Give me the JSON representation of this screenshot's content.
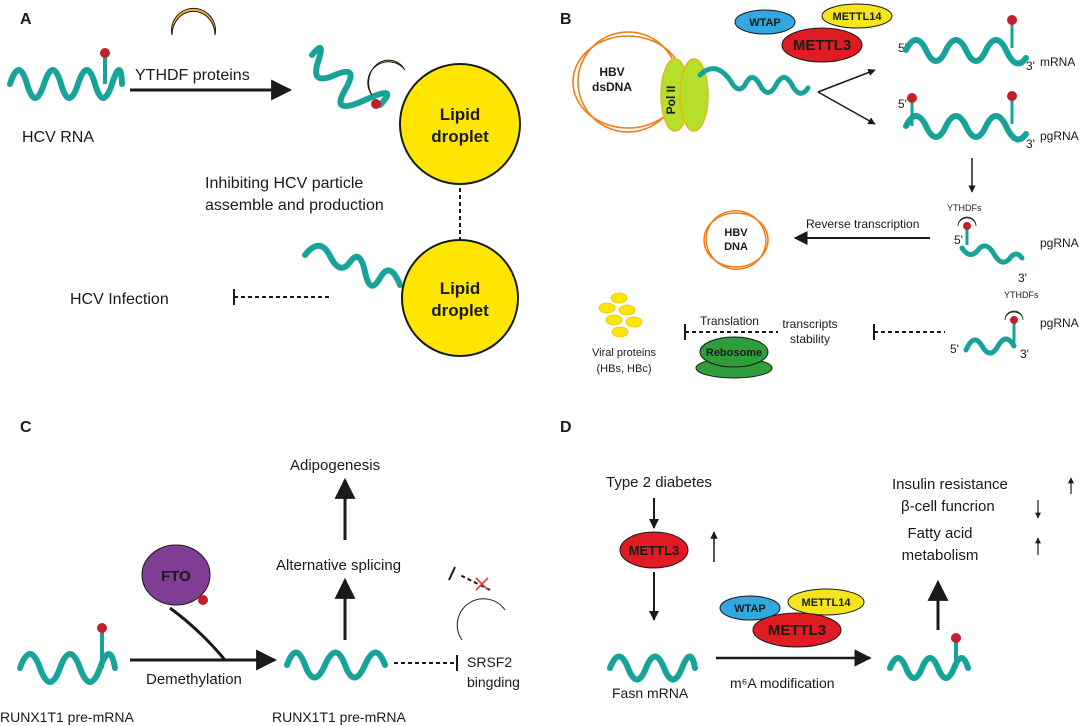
{
  "colors": {
    "rna": "#17a39a",
    "cap": "#c0202a",
    "ythdf": "#f0b030",
    "droplet": "#ffe600",
    "wtap": "#33a8e0",
    "mettl14": "#f5e51c",
    "mettl3": "#e01b22",
    "dna": "#f07d1a",
    "pol2": "#b6df2a",
    "ribosome": "#2e9d3a",
    "fto": "#7f3d93",
    "srsf2": "#e0157a",
    "x_mark": "#e53b3b"
  },
  "panel_a": {
    "label": "A",
    "ythdf_label": "YTHDF proteins",
    "rna_label": "HCV RNA",
    "droplet_top": [
      "Lipid",
      "droplet"
    ],
    "droplet_bottom": [
      "Lipid",
      "droplet"
    ],
    "inhibit_text": [
      "Inhibiting HCV particle",
      "assemble and production"
    ],
    "infection_label": "HCV Infection"
  },
  "panel_b": {
    "label": "B",
    "hbv_dsdna": [
      "HBV",
      "dsDNA"
    ],
    "pol2": "Pol II",
    "wtap": "WTAP",
    "mettl14": "METTL14",
    "mettl3": "METTL3",
    "five_prime": "5'",
    "three_prime": "3'",
    "mrna": "mRNA",
    "pgrna": "pgRNA",
    "ythdfs": "YTHDFs",
    "reverse_transcription": "Reverse transcription",
    "hbv_dna": [
      "HBV",
      "DNA"
    ],
    "translation": "Translation",
    "transcripts_stability": [
      "transcripts",
      "stability"
    ],
    "rebosome": "Rebosome",
    "viral_proteins": [
      "Viral proteins",
      "(HBs, HBc)"
    ]
  },
  "panel_c": {
    "label": "C",
    "adipogenesis": "Adipogenesis",
    "alt_splicing": "Alternative splicing",
    "fto": "FTO",
    "demethylation": "Demethylation",
    "pre_mrna_left": "RUNX1T1 pre-mRNA",
    "pre_mrna_right": "RUNX1T1 pre-mRNA",
    "srsf2": [
      "SRSF2",
      "bingding"
    ]
  },
  "panel_d": {
    "label": "D",
    "type2": "Type 2 diabetes",
    "mettl3": "METTL3",
    "wtap": "WTAP",
    "mettl14": "METTL14",
    "fasn": "Fasn mRNA",
    "m6a": "m⁶A modification",
    "insulin": "Insulin resistance",
    "beta": "β-cell funcrion",
    "fatty": [
      "Fatty acid",
      "metabolism"
    ]
  }
}
